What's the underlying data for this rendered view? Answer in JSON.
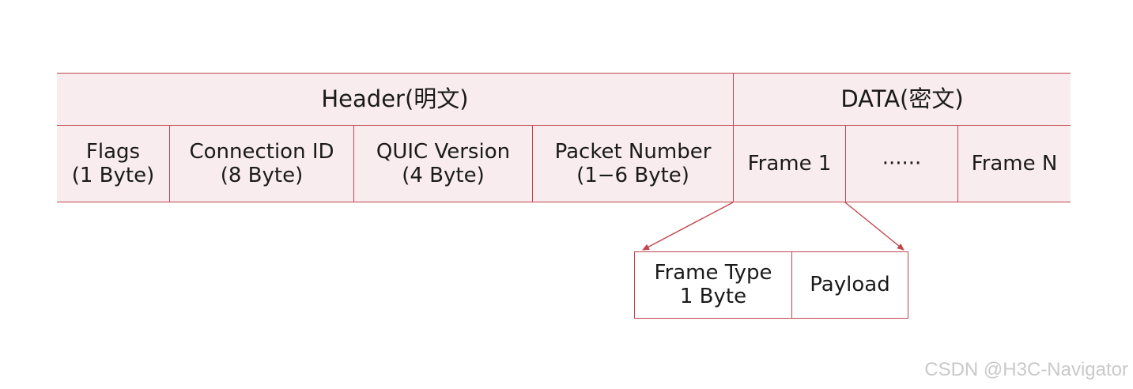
{
  "header": {
    "label": "Header(明文)",
    "fields": [
      {
        "line1": "Flags",
        "line2": "(1 Byte)"
      },
      {
        "line1": "Connection ID",
        "line2": "(8 Byte)"
      },
      {
        "line1": "QUIC Version",
        "line2": "(4 Byte)"
      },
      {
        "line1": "Packet Number",
        "line2": "(1−6 Byte)"
      }
    ]
  },
  "data": {
    "label": "DATA(密文)",
    "frames": [
      "Frame 1",
      "······",
      "Frame N"
    ]
  },
  "frame_detail": {
    "type_line1": "Frame Type",
    "type_line2": "1 Byte",
    "payload": "Payload"
  },
  "watermark": "CSDN @H3C-Navigator",
  "colors": {
    "border": "#c0454c",
    "fill": "#f8ecee"
  }
}
